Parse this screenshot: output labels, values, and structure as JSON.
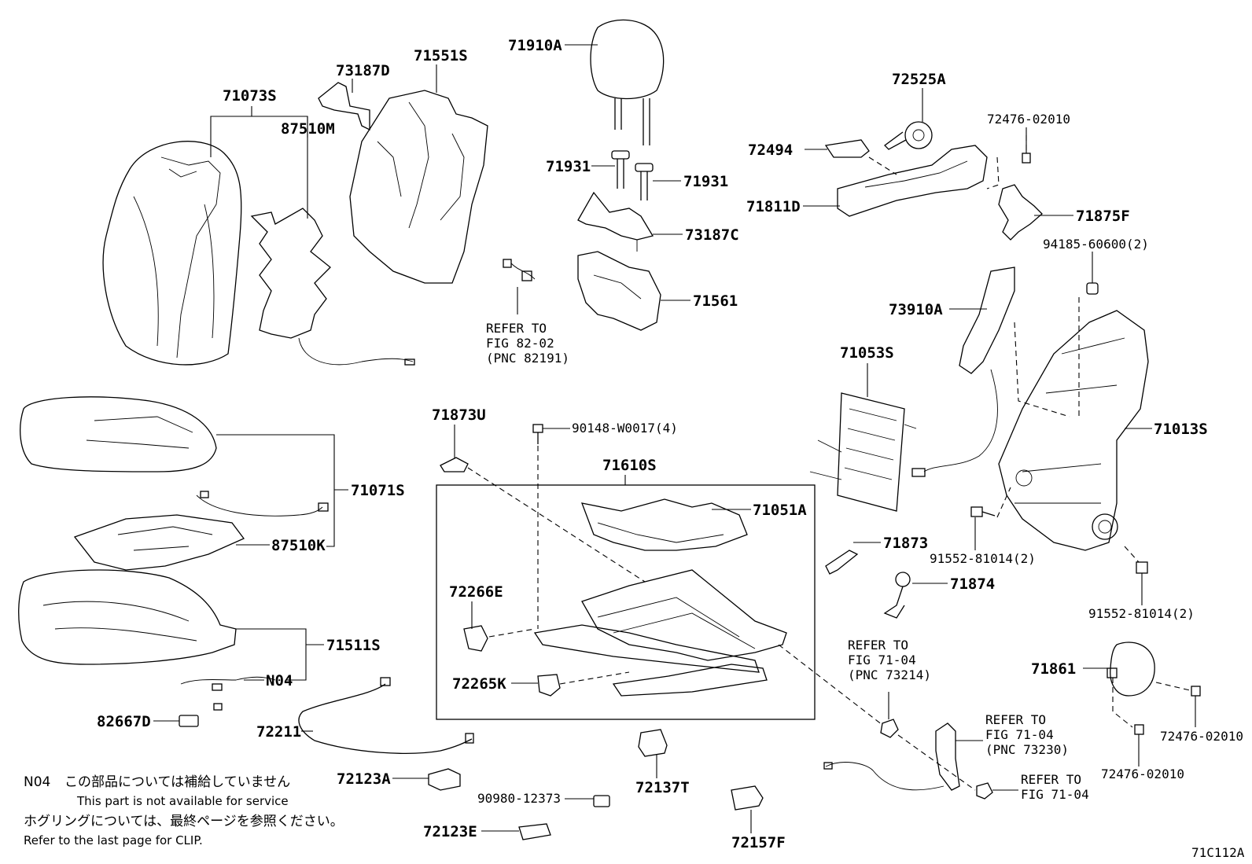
{
  "labels": {
    "l71073S": "71073S",
    "l87510M": "87510M",
    "l73187D": "73187D",
    "l71551S": "71551S",
    "l71910A": "71910A",
    "l72525A": "72525A",
    "l72476_02010a": "72476-02010",
    "l72494": "72494",
    "l71931a": "71931",
    "l71931b": "71931",
    "l71811D": "71811D",
    "l71875F": "71875F",
    "l73187C": "73187C",
    "l71561": "71561",
    "l94185": "94185-60600(2)",
    "l73910A": "73910A",
    "l71053S": "71053S",
    "l71013S": "71013S",
    "l71873U": "71873U",
    "l90148": "90148-W0017(4)",
    "l71610S": "71610S",
    "l71051A": "71051A",
    "l71071S": "71071S",
    "l87510K": "87510K",
    "l72266E": "72266E",
    "l72265K": "72265K",
    "l71873": "71873",
    "l71874": "71874",
    "l91552a": "91552-81014(2)",
    "l91552b": "91552-81014(2)",
    "l71511S": "71511S",
    "lN04": "N04",
    "l82667D": "82667D",
    "l72211": "72211",
    "l72123A": "72123A",
    "l72123E": "72123E",
    "l90980": "90980-12373",
    "l72137T": "72137T",
    "l72157F": "72157F",
    "l71861": "71861",
    "l72476_02010b": "72476-02010",
    "l72476_02010c": "72476-02010",
    "fig_id": "71C112A"
  },
  "refs": {
    "ref1": [
      "REFER TO",
      "FIG 82-02",
      "(PNC 82191)"
    ],
    "ref2": [
      "REFER TO",
      "FIG 71-04",
      "(PNC 73214)"
    ],
    "ref3": [
      "REFER TO",
      "FIG 71-04",
      "(PNC 73230)"
    ],
    "ref4": [
      "REFER TO",
      "FIG 71-04"
    ]
  },
  "notes": {
    "n04_code": "N04",
    "n04_ja": "この部品については補給していません",
    "n04_en": "This part is not available for service",
    "clip_ja": "ホグリングについては、最終ページを参照ください。",
    "clip_en": "Refer to the last page for CLIP."
  }
}
